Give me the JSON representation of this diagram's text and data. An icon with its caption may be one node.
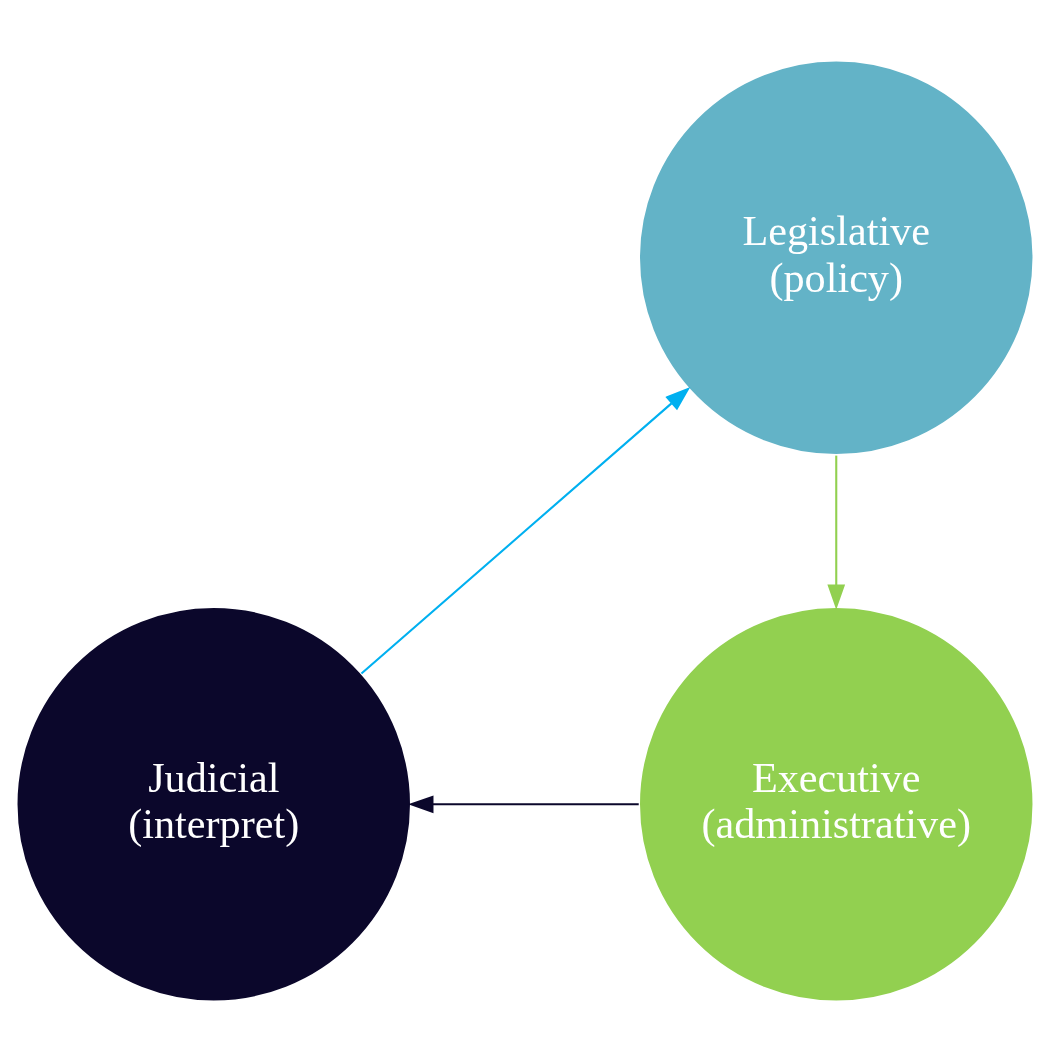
{
  "diagram": {
    "nodes": [
      {
        "text": [
          "Legislative (policy)"
        ]
      },
      {
        "text": [
          "Executive (administrative)"
        ]
      },
      {
        "text": [
          "Judicial (interpret)"
        ]
      }
    ],
    "edges": [
      {
        "from": 0,
        "to": 1,
        "arrow": "to",
        "color": "#92d050"
      },
      {
        "from": 1,
        "to": 2,
        "arrow": "to",
        "color": "#0b072b"
      },
      {
        "from": 2,
        "to": 0,
        "arrow": "to",
        "color": "#00b0f0"
      }
    ]
  }
}
